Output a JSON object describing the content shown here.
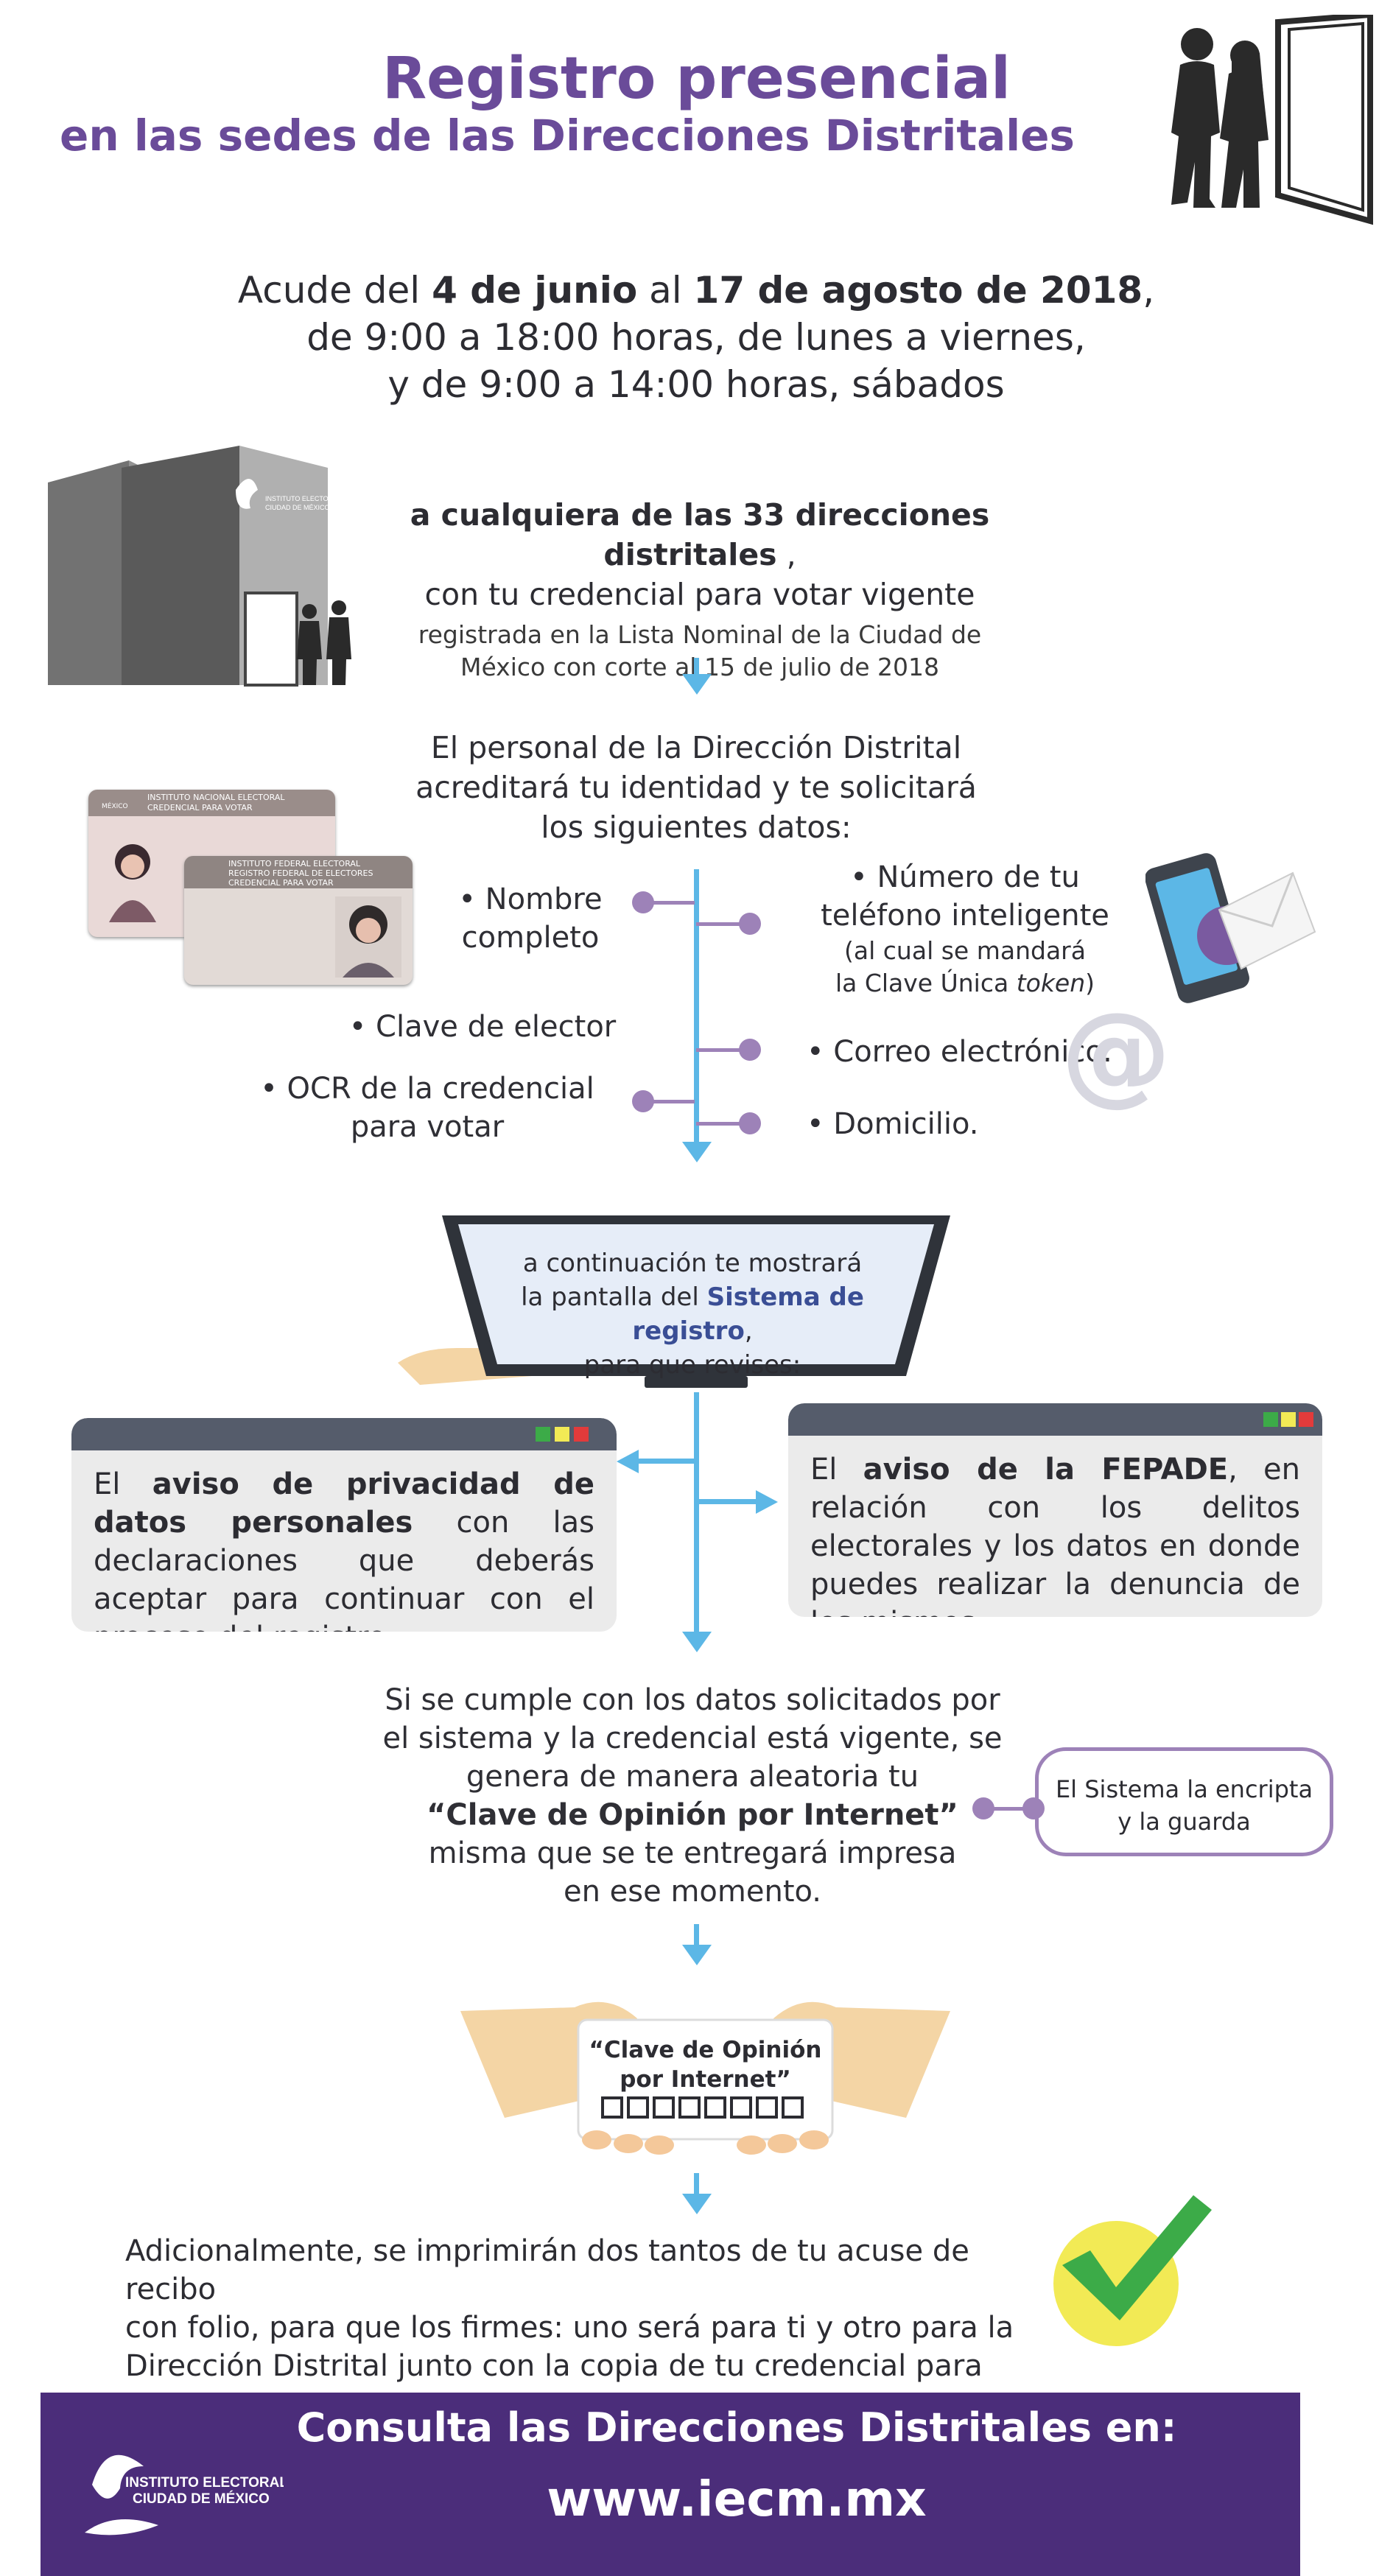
{
  "header": {
    "title": "Registro presencial",
    "subtitle": "en las sedes de las Direcciones Distritales"
  },
  "schedule": {
    "line1_pre": "Acude del ",
    "date_start": "4 de junio",
    "line1_mid": " al ",
    "date_end": "17 de agosto de 2018",
    "line1_post": ",",
    "line2": "de 9:00 a 18:00 horas, de lunes a viernes,",
    "line3": "y de 9:00 a 14:00 horas, sábados"
  },
  "step1": {
    "bold": "a cualquiera de las 33 direcciones distritales",
    "bold_post": " ,",
    "line2": "con tu credencial para votar vigente",
    "line3": "registrada en la Lista Nominal de la Ciudad de",
    "line4": "México con corte al 15 de julio de 2018"
  },
  "step2": {
    "line1": "El personal de la Dirección Distrital",
    "line2": "acreditará tu identidad y te solicitará",
    "line3": "los siguientes datos:",
    "items_left": [
      {
        "line1": "• Nombre",
        "line2": "completo"
      },
      {
        "line1": "• Clave de elector"
      },
      {
        "line1": "• OCR de la credencial",
        "line2": "para votar"
      }
    ],
    "items_right": [
      {
        "line1": "• Número de tu",
        "line2": "teléfono inteligente",
        "note1": "(al cual se mandará",
        "note2_pre": "la Clave Única ",
        "note2_em": "token",
        "note2_post": ")"
      },
      {
        "line1": "• Correo electrónico."
      },
      {
        "line1": "• Domicilio."
      }
    ]
  },
  "card_front": {
    "country": "MÉXICO",
    "line1": "INSTITUTO NACIONAL ELECTORAL",
    "line2": "CREDENCIAL PARA VOTAR"
  },
  "card_back": {
    "line1": "INSTITUTO FEDERAL ELECTORAL",
    "line2": "REGISTRO FEDERAL DE ELECTORES",
    "line3": "CREDENCIAL PARA VOTAR"
  },
  "building_logo": {
    "line1": "INSTITUTO ELECTORAL",
    "line2": "CIUDAD DE MÉXICO"
  },
  "step3": {
    "line1": "a continuación te mostrará",
    "line2_pre": "la pantalla del ",
    "line2_bold": "Sistema de registro",
    "line2_post": ",",
    "line3": "para que revises:"
  },
  "panel_left": {
    "pre": "El ",
    "bold": "aviso de privacidad de datos personales",
    "post": " con las declaraciones que deberás aceptar para continuar con el proceso del registro."
  },
  "panel_right": {
    "pre": "El ",
    "bold": "aviso de la FEPADE",
    "post": ", en relación con los delitos electorales y los datos en donde puedes realizar la denuncia de los mismos"
  },
  "step4": {
    "line1": "Si se cumple con los datos solicitados por",
    "line2": "el sistema y la credencial está vigente,  se",
    "line3": "genera de manera aleatoria tu",
    "line4": "“Clave de Opinión por Internet”",
    "line5": "misma que se te entregará impresa",
    "line6": "en ese momento."
  },
  "side_note": {
    "line1": "El Sistema la encripta",
    "line2": "y la guarda"
  },
  "ticket": {
    "line1": "“Clave de Opinión",
    "line2": "por Internet”"
  },
  "step5": {
    "line1": "Adicionalmente, se imprimirán dos tantos de tu acuse de recibo",
    "line2": "con folio, para que los firmes: uno será para ti y otro para la",
    "line3": "Dirección Distrital junto con la copia de tu credencial para votar."
  },
  "footer": {
    "logo_line1": "INSTITUTO ELECTORAL",
    "logo_line2": "CIUDAD DE MÉXICO",
    "consult": "Consulta las Direcciones Distritales en:",
    "url": "www.iecm.mx"
  },
  "colors": {
    "title": "#6a4b99",
    "arrow": "#5cb7e6",
    "bullet": "#9d82b8",
    "footer_bg": "#4b2d7a",
    "panel_bar": "#555c6b",
    "check": "#3cab48",
    "check_circle": "#f2ea55"
  },
  "icons": [
    "people-silhouette-icon",
    "door-icon",
    "building-icon",
    "voter-card-icon",
    "smartphone-icon",
    "envelope-icon",
    "at-sign-icon",
    "monitor-icon",
    "hands-ticket-icon",
    "checkmark-icon",
    "iecm-logo-icon"
  ]
}
